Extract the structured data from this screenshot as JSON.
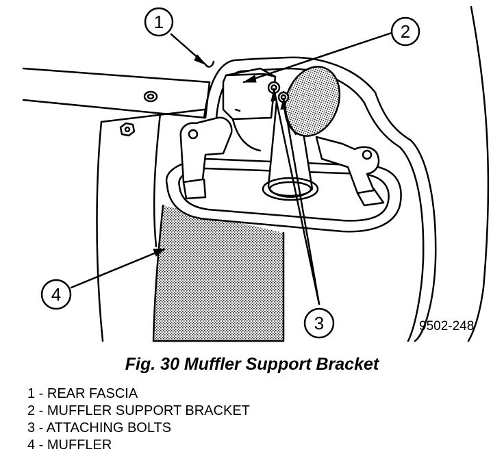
{
  "figure": {
    "code": "9502-248",
    "caption": "Fig. 30 Muffler Support Bracket"
  },
  "callouts": [
    {
      "number": "1",
      "target": "rear-fascia"
    },
    {
      "number": "2",
      "target": "muffler-support-bracket"
    },
    {
      "number": "3",
      "target": "attaching-bolts"
    },
    {
      "number": "4",
      "target": "muffler"
    }
  ],
  "legend": [
    "1 - REAR FASCIA",
    "2 - MUFFLER SUPPORT BRACKET",
    "3 - ATTACHING BOLTS",
    "4 - MUFFLER"
  ]
}
